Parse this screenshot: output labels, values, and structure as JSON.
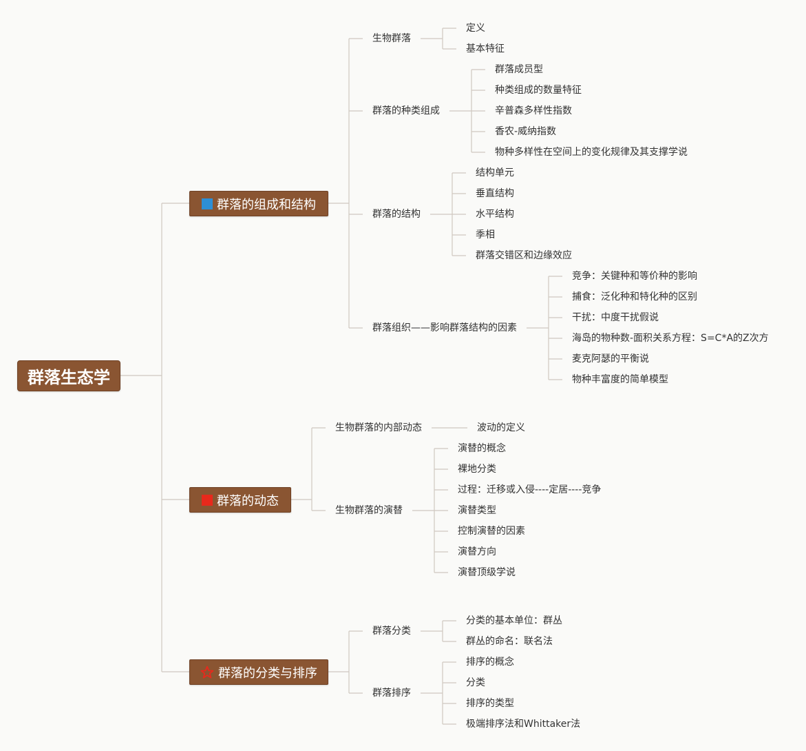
{
  "root": {
    "label": "群落生态学"
  },
  "branches": [
    {
      "label": "群落的组成和结构",
      "icon": "blue-flag-icon",
      "children": [
        {
          "label": "生物群落",
          "children": [
            "定义",
            "基本特征"
          ]
        },
        {
          "label": "群落的种类组成",
          "children": [
            "群落成员型",
            "种类组成的数量特征",
            "辛普森多样性指数",
            "香农-威纳指数",
            "物种多样性在空间上的变化规律及其支撑学说"
          ]
        },
        {
          "label": "群落的结构",
          "children": [
            "结构单元",
            "垂直结构",
            "水平结构",
            "季相",
            "群落交错区和边缘效应"
          ]
        },
        {
          "label": "群落组织——影响群落结构的因素",
          "children": [
            "竞争：关键种和等价种的影响",
            "捕食：泛化种和特化种的区别",
            "干扰：中度干扰假说",
            "海岛的物种数-面积关系方程：S=C*A的Z次方",
            "麦克阿瑟的平衡说",
            "物种丰富度的简单模型"
          ]
        }
      ]
    },
    {
      "label": "群落的动态",
      "icon": "red-flag-icon",
      "children": [
        {
          "label": "生物群落的内部动态",
          "children": [
            "波动的定义"
          ]
        },
        {
          "label": "生物群落的演替",
          "children": [
            "演替的概念",
            "裸地分类",
            "过程：迁移或入侵----定居----竞争",
            "演替类型",
            "控制演替的因素",
            "演替方向",
            "演替顶级学说"
          ]
        }
      ]
    },
    {
      "label": "群落的分类与排序",
      "icon": "star-icon",
      "children": [
        {
          "label": "群落分类",
          "children": [
            "分类的基本单位：群丛",
            "群丛的命名：联名法"
          ]
        },
        {
          "label": "群落排序",
          "children": [
            "排序的概念",
            "分类",
            "排序的类型",
            "极端排序法和Whittaker法"
          ]
        }
      ]
    }
  ],
  "colors": {
    "node_fill": "#8a5532",
    "connector": "#cfc8c0",
    "text": "#333333",
    "background": "#fafaf8"
  }
}
